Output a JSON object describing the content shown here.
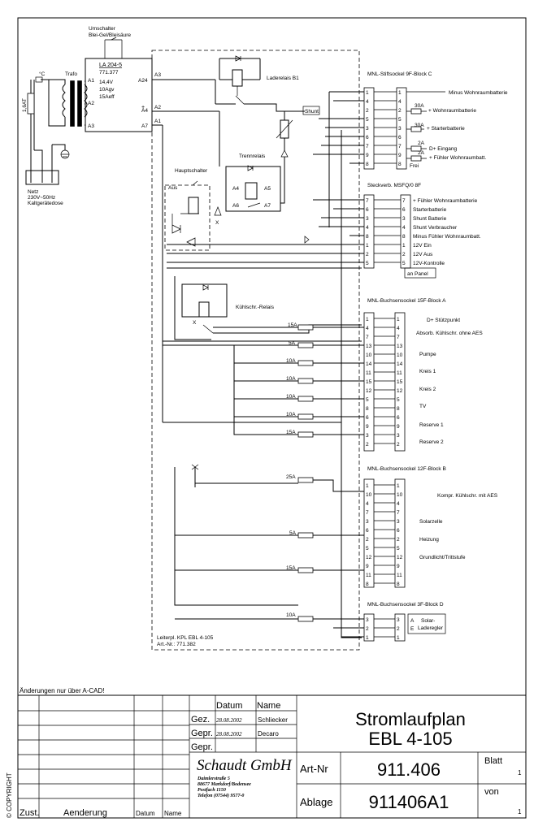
{
  "diagram": {
    "switch_title": [
      "Umschalter",
      "Blei-Gel/Bleisäure"
    ],
    "charger": {
      "model": "LA 204-5",
      "part": "771.377",
      "spec": [
        "14,4V",
        "10Agv",
        "15Aeff"
      ]
    },
    "charger_pins": [
      "A1",
      "A2",
      "A3",
      "A4",
      "A7",
      "A24"
    ],
    "trafo_label": "Trafo",
    "temp_label": "°C",
    "fuse_mains": "1,6AT",
    "mains": [
      "Netz",
      "230V~50Hz",
      "Kaltgerätedose"
    ],
    "lines_pins": [
      "A3",
      "A2",
      "A1"
    ],
    "plus_sign": "+",
    "ladereleis": "Laderelais B1",
    "shunt": "Shunt",
    "trennrelais": "Trennrelais",
    "trenn_pins": [
      "A4",
      "A5",
      "A6",
      "A7"
    ],
    "hauptschalter": "Hauptschalter",
    "aus": "Aus",
    "x_mark": "X",
    "kuehl_relais": "Kühlschr.-Relais",
    "board_label": [
      "Leiterpl. KPL EBL 4-105",
      "Art.-Nr.: 771.382"
    ],
    "blockC": {
      "title": "MNL-Stiftsockel 9F-Block C",
      "pins": [
        "1",
        "4",
        "2",
        "5",
        "3",
        "6",
        "7",
        "9",
        "8"
      ],
      "labels": [
        "Minus Wohnraumbatterie",
        "+ Wohnraumbatterie",
        "+ Starterbatterie",
        "D+ Eingang",
        "+ Fühler Wohnraumbatt.",
        "Frei"
      ],
      "fuses": [
        "30A",
        "30A",
        "2A",
        "2A"
      ]
    },
    "msfq": {
      "title": "Steckverb. MSFQ/0 8F",
      "pins": [
        "7",
        "6",
        "3",
        "4",
        "8",
        "1",
        "2",
        "5"
      ],
      "labels": [
        "+ Fühler Wohnraumbatterie",
        "Starterbatterie",
        "Shunt Batterie",
        "Shunt Verbraucher",
        "Minus Fühler Wohnraumbatt.",
        "12V Ein",
        "12V Aus",
        "12V-Kontrolle"
      ],
      "panel": "an Panel"
    },
    "blockA": {
      "title": "MNL-Buchsensockel 15F-Block A",
      "pins": [
        "1",
        "4",
        "7",
        "13",
        "10",
        "14",
        "11",
        "15",
        "12",
        "5",
        "8",
        "6",
        "9",
        "3",
        "2"
      ],
      "labels": [
        "D+ Stützpunkt",
        "Absorb. Kühlschr. ohne AES",
        "Pumpe",
        "Kreis 1",
        "Kreis 2",
        "TV",
        "Reserve 1",
        "Reserve 2"
      ],
      "fuses": [
        "15A",
        "5A",
        "10A",
        "10A",
        "10A",
        "10A",
        "15A"
      ]
    },
    "blockB": {
      "title": "MNL-Buchsensockel 12F-Block B",
      "pins": [
        "1",
        "10",
        "4",
        "7",
        "3",
        "6",
        "2",
        "5",
        "12",
        "9",
        "11",
        "8"
      ],
      "labels": [
        "Kompr. Kühlschr. mit AES",
        "Solarzelle",
        "Heizung",
        "Grundlicht/Trittstufe"
      ],
      "fuses": [
        "25A",
        "5A",
        "15A"
      ]
    },
    "blockD": {
      "title": "MNL-Buchsensockel 3F-Block D",
      "pins": [
        "3",
        "2",
        "1"
      ],
      "ae": [
        "A",
        "E"
      ],
      "regler": [
        "Solar-",
        "Laderegler"
      ],
      "fuse": "10A"
    }
  },
  "titleblock": {
    "note": "Änderungen nur über A-CAD!",
    "col_datum": "Datum",
    "col_name": "Name",
    "gez": "Gez.",
    "gez_date": "28.08.2002",
    "gez_name": "Schliecker",
    "gepr": "Gepr.",
    "gepr_date": "28.08.2002",
    "gepr_name": "Decaro",
    "gepr2": "Gepr.",
    "title1": "Stromlaufplan",
    "title2": "EBL 4-105",
    "company": "Schaudt GmbH",
    "address": [
      "Daimlerstraße 5",
      "88677 Markdorf/Bodensee",
      "Postfach 1150",
      "Telefon (07544) 9577-0"
    ],
    "artnr_label": "Art-Nr",
    "artnr": "911.406",
    "ablage_label": "Ablage",
    "ablage": "911406A1",
    "blatt_label": "Blatt",
    "blatt": "1",
    "von_label": "von",
    "von": "1",
    "zust": "Zust.",
    "aenderung": "Aenderung",
    "datum2": "Datum",
    "name2": "Name",
    "copyright": "© COPYRIGHT"
  }
}
